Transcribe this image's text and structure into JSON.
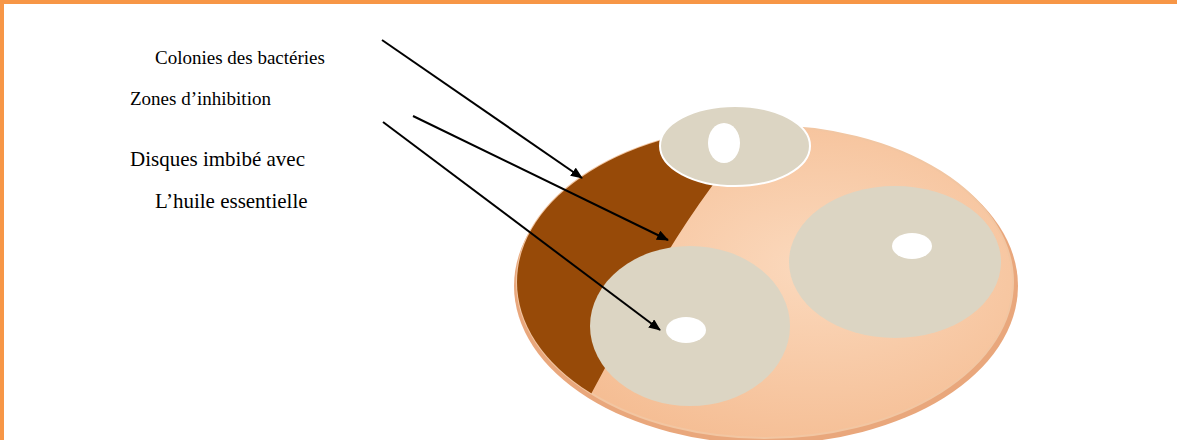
{
  "diagram": {
    "labels": [
      "Colonies des bactéries",
      "Zones d’inhibition",
      "Disques imbibé avec L’huile essentielle"
    ]
  }
}
